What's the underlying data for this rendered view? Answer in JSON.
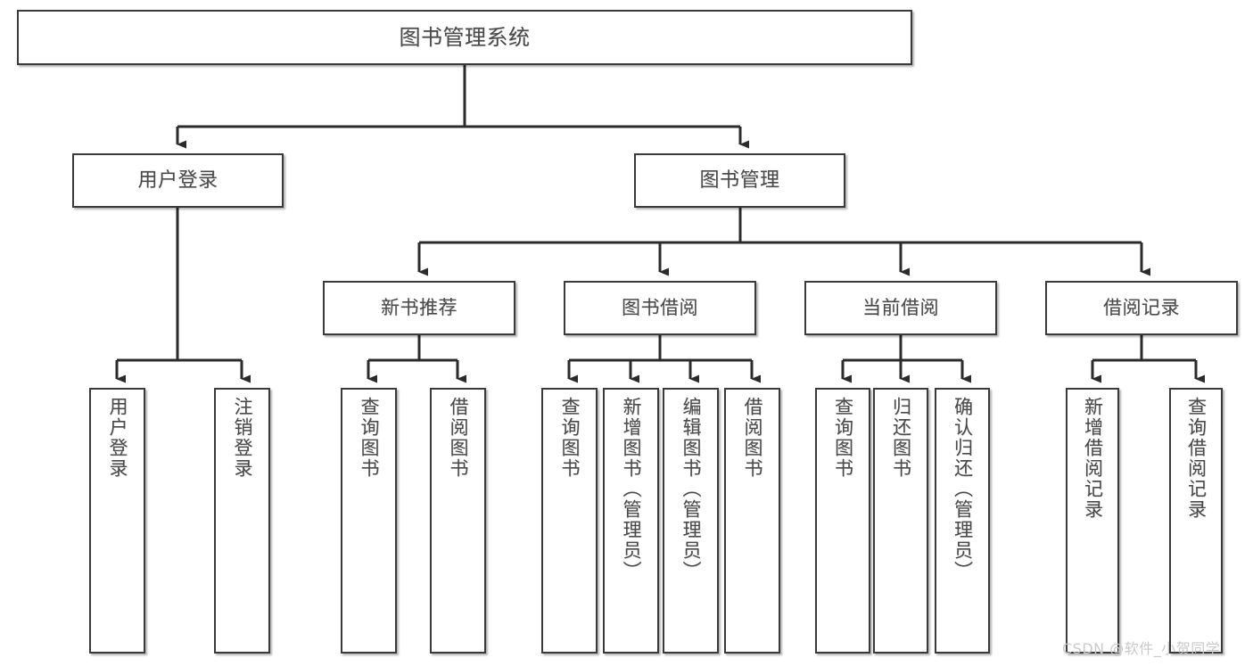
{
  "diagram": {
    "title": "图书管理系统",
    "type": "functional-structure-tree",
    "root": {
      "id": "root",
      "label": "图书管理系统"
    },
    "level1": [
      {
        "id": "user-login",
        "label": "用户登录"
      },
      {
        "id": "book-manage",
        "label": "图书管理"
      }
    ],
    "level2": [
      {
        "id": "new-book-recommend",
        "label": "新书推荐",
        "parent": "book-manage"
      },
      {
        "id": "book-borrow",
        "label": "图书借阅",
        "parent": "book-manage"
      },
      {
        "id": "current-borrow",
        "label": "当前借阅",
        "parent": "book-manage"
      },
      {
        "id": "borrow-record",
        "label": "借阅记录",
        "parent": "book-manage"
      }
    ],
    "leaves": [
      {
        "id": "leaf-user-login",
        "label": "用户登录",
        "parent": "user-login"
      },
      {
        "id": "leaf-user-logout",
        "label": "注销登录",
        "parent": "user-login"
      },
      {
        "id": "leaf-query-book-1",
        "label": "查询图书",
        "parent": "new-book-recommend"
      },
      {
        "id": "leaf-borrow-book-1",
        "label": "借阅图书",
        "parent": "new-book-recommend"
      },
      {
        "id": "leaf-query-book-2",
        "label": "查询图书",
        "parent": "book-borrow"
      },
      {
        "id": "leaf-add-book",
        "label": "新增图书（管理员）",
        "parent": "book-borrow"
      },
      {
        "id": "leaf-edit-book",
        "label": "编辑图书（管理员）",
        "parent": "book-borrow"
      },
      {
        "id": "leaf-borrow-book-2",
        "label": "借阅图书",
        "parent": "book-borrow"
      },
      {
        "id": "leaf-query-book-3",
        "label": "查询图书",
        "parent": "current-borrow"
      },
      {
        "id": "leaf-return-book",
        "label": "归还图书",
        "parent": "current-borrow"
      },
      {
        "id": "leaf-confirm-return",
        "label": "确认归还（管理员）",
        "parent": "current-borrow"
      },
      {
        "id": "leaf-add-record",
        "label": "新增借阅记录",
        "parent": "borrow-record"
      },
      {
        "id": "leaf-query-record",
        "label": "查询借阅记录",
        "parent": "borrow-record"
      }
    ]
  },
  "colors": {
    "box_border": "#3a3a3a",
    "box_fill": "#ffffff",
    "text": "#4a4a4a",
    "connector": "#2b2b2b",
    "watermark": "#c9c9c9",
    "background": "#ffffff"
  },
  "watermark": {
    "text": "CSDN @软件_小贺同学"
  }
}
